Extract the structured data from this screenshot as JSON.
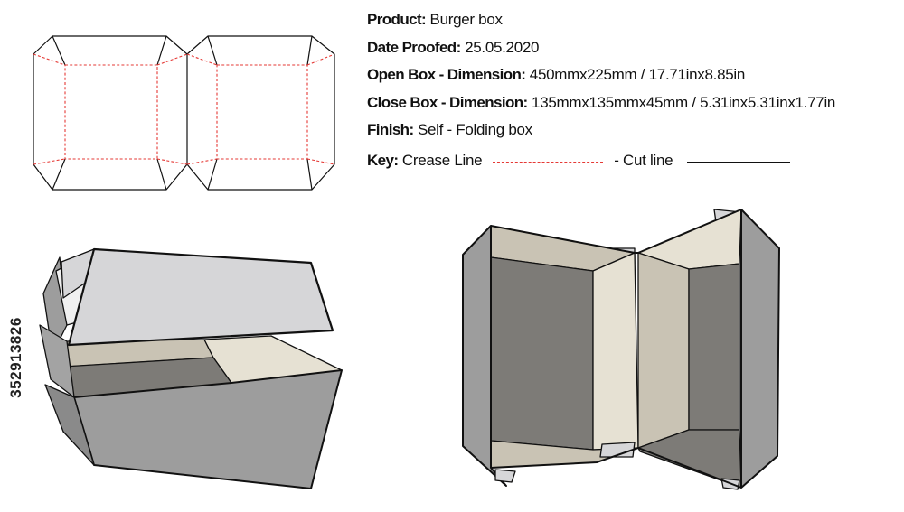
{
  "spec": {
    "product_label": "Product:",
    "product_value": "Burger box",
    "date_label": "Date Proofed:",
    "date_value": "25.05.2020",
    "open_label": "Open Box - Dimension:",
    "open_value": "450mmx225mm / 17.71inx8.85in",
    "close_label": "Close Box - Dimension:",
    "close_value": "135mmx135mmx45mm / 5.31inx5.31inx1.77in",
    "finish_label": "Finish:",
    "finish_value": "Self - Folding box",
    "key_label": "Key:",
    "crease_text": "Crease Line",
    "cut_text": "- Cut line"
  },
  "stock_id": "352913826",
  "colors": {
    "crease": "#e53935",
    "cut": "#111111",
    "panel_light": "#d6d6d8",
    "panel_mid": "#9d9d9d",
    "panel_dark": "#7d7b77",
    "panel_cream": "#e6e1d3",
    "panel_khaki": "#c9c3b4"
  }
}
